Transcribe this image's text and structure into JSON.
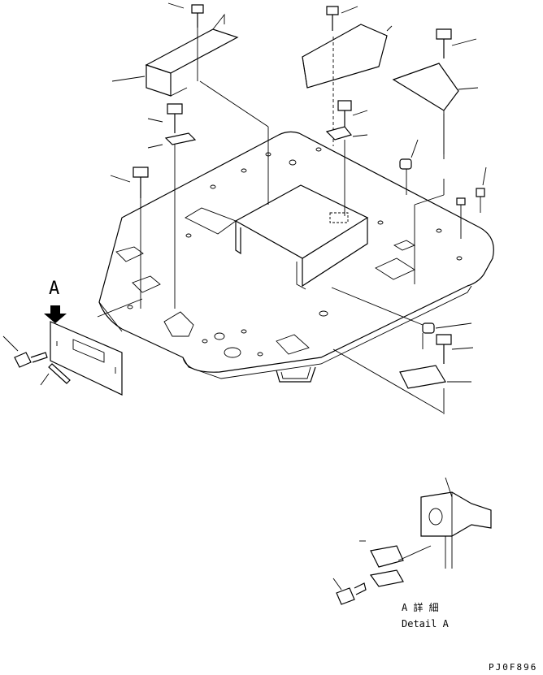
{
  "diagram": {
    "detail_marker": "A",
    "detail_caption_jp": "A 詳 細",
    "detail_caption_en": "Detail A",
    "figure_code": "PJ0F896"
  },
  "colors": {
    "line": "#000000",
    "background": "#ffffff"
  }
}
